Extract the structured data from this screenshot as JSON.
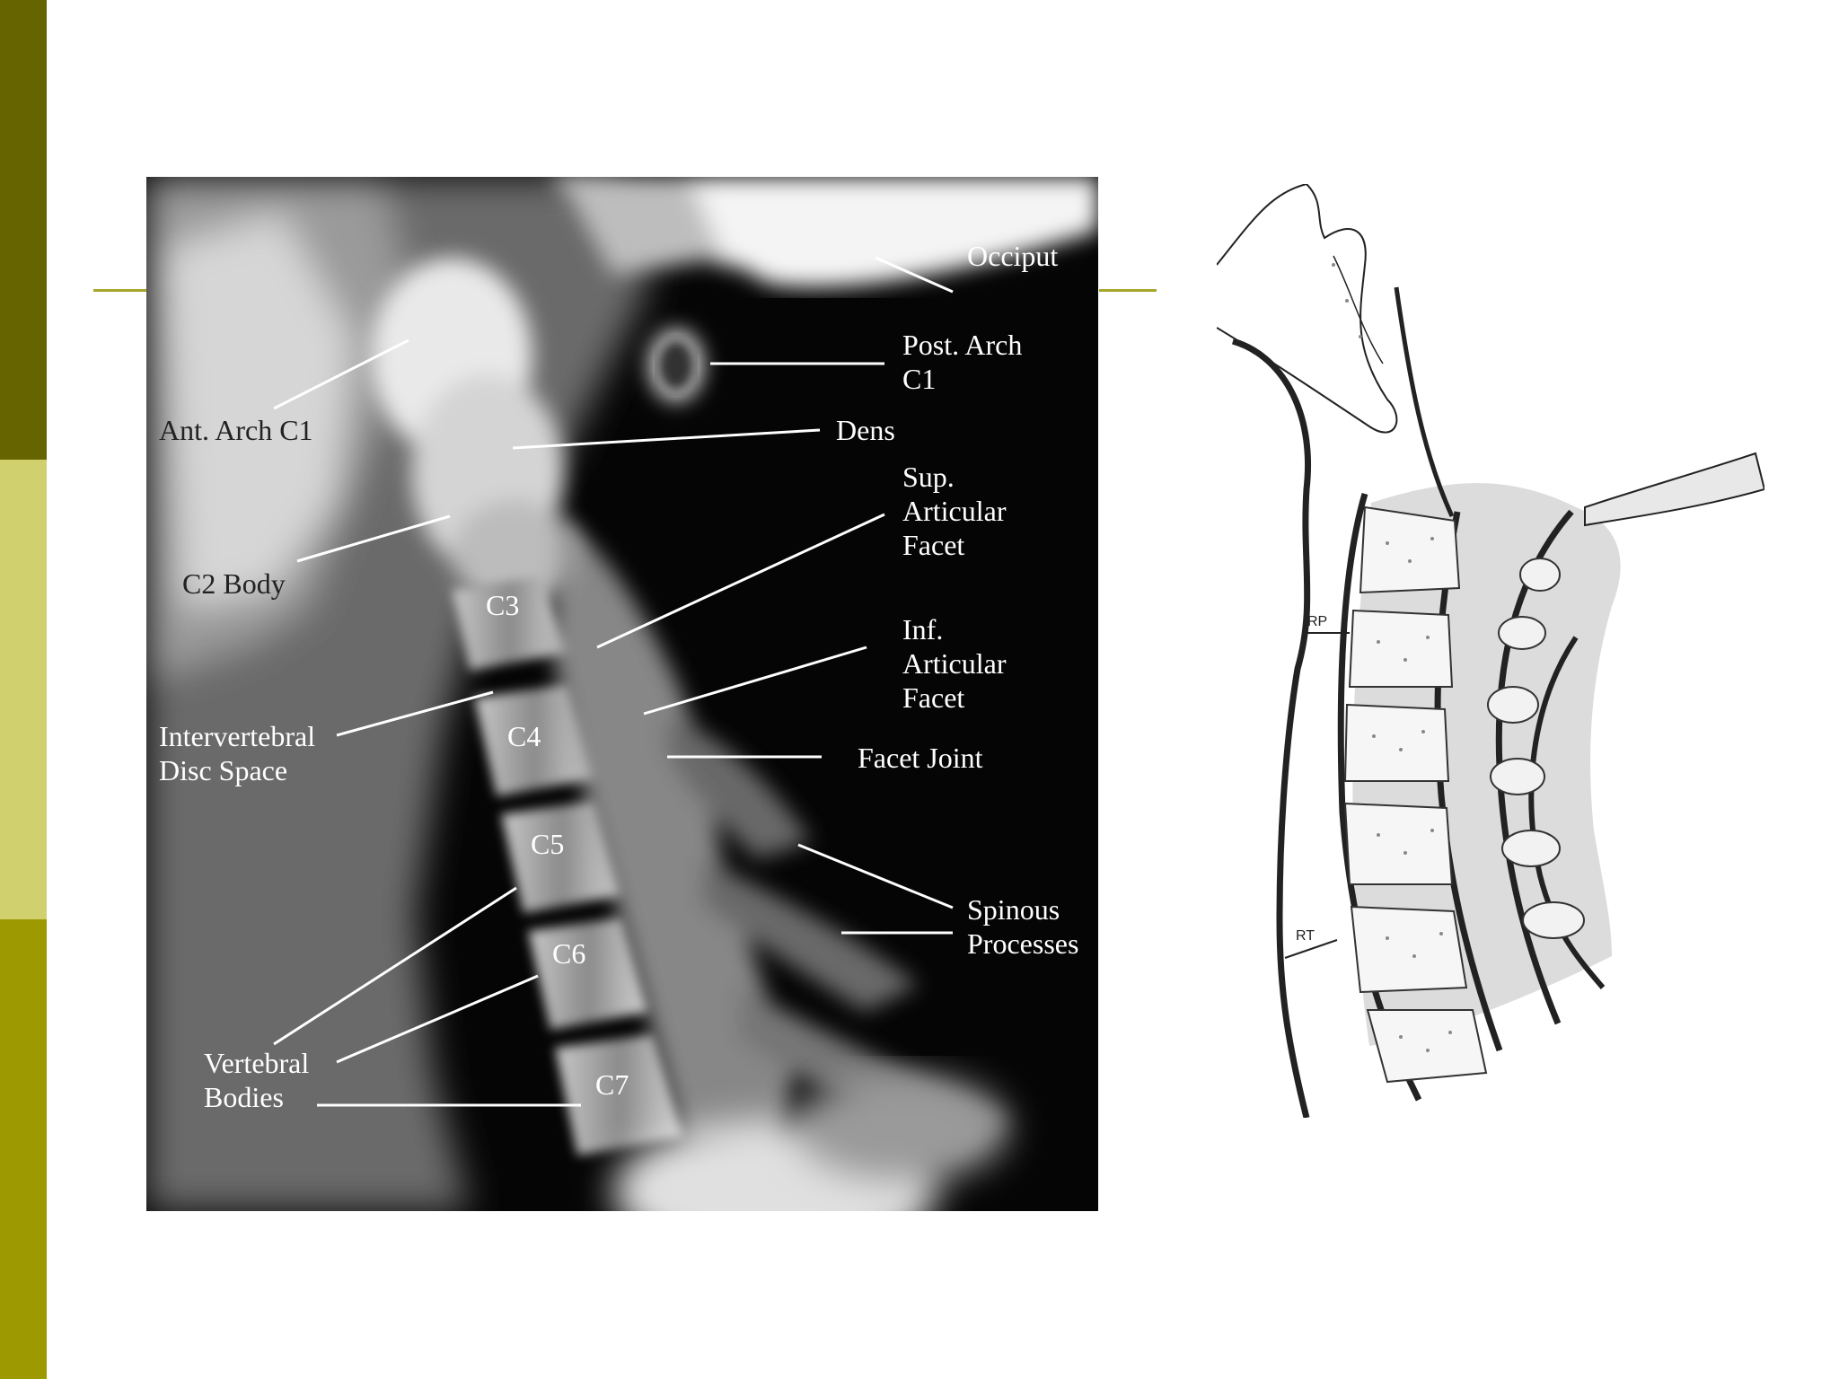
{
  "colors": {
    "band_top": "#656400",
    "band_mid": "#d1d06f",
    "band_bot": "#9c9a00",
    "rule": "#a7a52c"
  },
  "xray_labels": {
    "occiput": "Occiput",
    "post_arch": "Post. Arch\nC1",
    "ant_arch": "Ant. Arch C1",
    "dens": "Dens",
    "sup_facet": "Sup.\nArticular\nFacet",
    "c2_body": "C2 Body",
    "c3": "C3",
    "inf_facet": "Inf.\nArticular\nFacet",
    "disc_space": "Intervertebral\nDisc Space",
    "c4": "C4",
    "facet_joint": "Facet Joint",
    "c5": "C5",
    "spinous": "Spinous\nProcesses",
    "c6": "C6",
    "vertebral_bodies": "Vertebral\nBodies",
    "c7": "C7"
  },
  "drawing_labels": {
    "rp": "RP",
    "rt": "RT"
  }
}
